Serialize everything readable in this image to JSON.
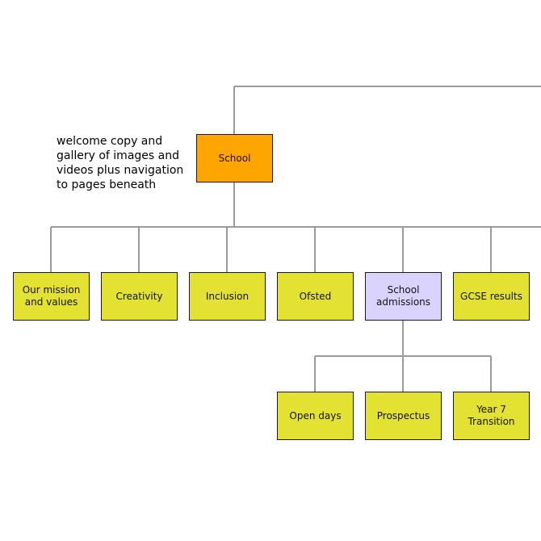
{
  "colors": {
    "connector": "#9a9a9a",
    "root_fill": "#ffa500",
    "page_fill": "#e3e233",
    "selected_fill": "#dbd3ff",
    "border": "#1a1a1a"
  },
  "annotation": {
    "lines": [
      "welcome copy and",
      "gallery of images and",
      "videos plus navigation",
      "to pages beneath"
    ]
  },
  "nodes": {
    "school": "School",
    "mission": "Our mission\nand values",
    "creativity": "Creativity",
    "inclusion": "Inclusion",
    "ofsted": "Ofsted",
    "admissions": "School\nadmissions",
    "gcse": "GCSE results",
    "open_days": "Open days",
    "prospectus": "Prospectus",
    "year7": "Year 7\nTransition"
  }
}
